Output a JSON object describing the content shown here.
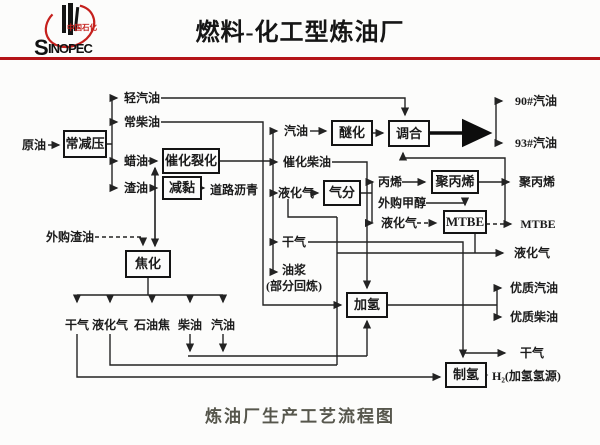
{
  "header": {
    "title": "燃料-化工型炼油厂",
    "logo": {
      "zh": "中国石化",
      "en_s": "S",
      "en_rest": "INOPEC"
    }
  },
  "caption": "炼油厂生产工艺流程图",
  "colors": {
    "accent_red": "#b41318",
    "ink": "#1b1b1b"
  },
  "diagram": {
    "boxes": {
      "adp": "常减压",
      "fcc": "催化裂化",
      "visbreak": "减黏",
      "coker": "焦化",
      "ether": "醚化",
      "blend": "调合",
      "gassep": "气分",
      "pp_unit": "聚丙烯",
      "mtbe_unit": "MTBE",
      "hydro": "加氢",
      "h2plant": "制氢"
    },
    "labels": {
      "crude": "原油",
      "lt_gasoline": "轻汽油",
      "at_diesel": "常柴油",
      "wax_oil": "蜡油",
      "residue": "渣油",
      "ext_residue": "外购渣油",
      "road_asphalt": "道路沥青",
      "coker_drygas": "干气",
      "coker_lpg": "液化气",
      "petcoke": "石油焦",
      "coker_diesel": "柴油",
      "coker_gasoline": "汽油",
      "fcc_gasoline": "汽油",
      "fcc_diesel": "催化柴油",
      "fcc_lpg": "液化气",
      "fcc_drygas": "干气",
      "slurry": "油浆",
      "slurry_note": "(部分回炼)",
      "propylene": "丙烯",
      "ext_methanol": "外购甲醇",
      "gs_lpg": "液化气",
      "out_gasoline90": "90#汽油",
      "out_gasoline93": "93#汽油",
      "out_pp": "聚丙烯",
      "out_mtbe": "MTBE",
      "out_lpg": "液化气",
      "out_premium_gasoline": "优质汽油",
      "out_premium_diesel": "优质柴油",
      "out_drygas": "干气",
      "out_h2": "H₂(加氢氢源)"
    }
  }
}
